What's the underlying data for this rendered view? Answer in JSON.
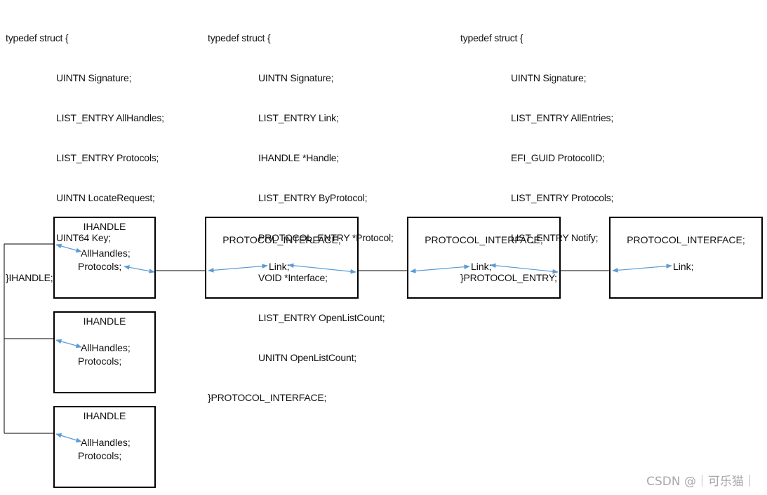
{
  "structs": [
    {
      "open": "typedef struct {",
      "fields": [
        "UINTN Signature;",
        "LIST_ENTRY AllHandles;",
        "LIST_ENTRY Protocols;",
        "UINTN LocateRequest;",
        "UINT64 Key;"
      ],
      "close": "}IHANDLE;"
    },
    {
      "open": "typedef struct {",
      "fields": [
        "UINTN Signature;",
        "LIST_ENTRY Link;",
        "IHANDLE *Handle;",
        "LIST_ENTRY ByProtocol;",
        "PROTOCOL_ENTRY *Protocol;",
        "VOID *Interface;",
        "LIST_ENTRY OpenListCount;",
        "UNITN OpenListCount;"
      ],
      "close": "}PROTOCOL_INTERFACE;"
    },
    {
      "open": "typedef struct {",
      "fields": [
        "UINTN Signature;",
        "LIST_ENTRY AllEntries;",
        "EFI_GUID ProtocolID;",
        "LIST_ENTRY Protocols;",
        "LIST_ENTRY Notify;"
      ],
      "close": "}PROTOCOL_ENTRY;"
    }
  ],
  "handles": [
    {
      "title": "IHANDLE",
      "all_handles": "AllHandles;",
      "protocols": "Protocols;"
    },
    {
      "title": "IHANDLE",
      "all_handles": "AllHandles;",
      "protocols": "Protocols;"
    },
    {
      "title": "IHANDLE",
      "all_handles": "AllHandles;",
      "protocols": "Protocols;"
    }
  ],
  "interfaces": [
    {
      "title": "PROTOCOL_INTERFACE;",
      "link": "Link;"
    },
    {
      "title": "PROTOCOL_INTERFACE;",
      "link": "Link;"
    },
    {
      "title": "PROTOCOL_INTERFACE;",
      "link": "Link;"
    }
  ],
  "colors": {
    "arrow": "#5b9bd5",
    "line": "#000000",
    "watermark": "#a8a8a8"
  },
  "watermark": "CSDN @｜可乐猫｜"
}
